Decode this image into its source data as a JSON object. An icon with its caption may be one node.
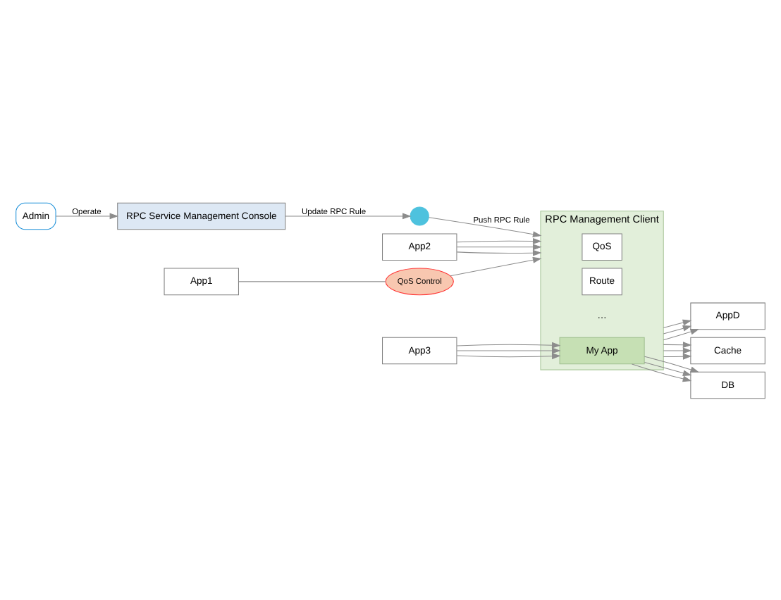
{
  "diagram": {
    "nodes": [
      {
        "text": [
          "RPC Service Management Console"
        ]
      },
      {
        "text": [
          "Admin"
        ]
      },
      {
        "text": [],
        "shape": "circle"
      },
      {
        "text": [
          "RPC Management Client"
        ]
      },
      {
        "text": [
          "QoS"
        ],
        "in": 3
      },
      {
        "text": [
          "Route"
        ],
        "in": 3
      },
      {
        "text": [
          "…"
        ],
        "in": 3
      },
      {
        "text": [
          "My App"
        ],
        "in": 3
      },
      {
        "text": [
          "App1"
        ]
      },
      {
        "text": [
          "App2"
        ]
      },
      {
        "text": [
          "App3"
        ]
      },
      {
        "text": [
          "AppD"
        ]
      },
      {
        "text": [
          "Cache"
        ]
      },
      {
        "text": [
          "DB"
        ]
      },
      {
        "text": [
          "QoS Control"
        ]
      }
    ],
    "edges": [
      {
        "from": 1,
        "to": 0,
        "arrow": "to",
        "label": "Operate"
      },
      {
        "from": 0,
        "to": 2,
        "arrow": "to",
        "label": "Update RPC Rule"
      },
      {
        "from": 2,
        "to": 3,
        "arrow": "to",
        "label": "Push RPC Rule"
      },
      {
        "from": 8,
        "to": 14,
        "arrow": "none"
      },
      {
        "from": 14,
        "to": 3,
        "arrow": "to"
      },
      {
        "from": 9,
        "to": 3,
        "arrow": "to"
      },
      {
        "from": 9,
        "to": 3,
        "arrow": "to"
      },
      {
        "from": 9,
        "to": 3,
        "arrow": "to"
      },
      {
        "from": 10,
        "to": 7,
        "arrow": "to"
      },
      {
        "from": 10,
        "to": 7,
        "arrow": "to"
      },
      {
        "from": 10,
        "to": 7,
        "arrow": "to"
      },
      {
        "from": 3,
        "to": 11,
        "arrow": "to"
      },
      {
        "from": 3,
        "to": 11,
        "arrow": "to"
      },
      {
        "from": 3,
        "to": 11,
        "arrow": "to"
      },
      {
        "from": 3,
        "to": 12,
        "arrow": "to"
      },
      {
        "from": 3,
        "to": 12,
        "arrow": "to"
      },
      {
        "from": 3,
        "to": 12,
        "arrow": "to"
      },
      {
        "from": 7,
        "to": 13,
        "arrow": "to"
      },
      {
        "from": 7,
        "to": 13,
        "arrow": "to"
      },
      {
        "from": 7,
        "to": 13,
        "arrow": "to"
      }
    ]
  }
}
